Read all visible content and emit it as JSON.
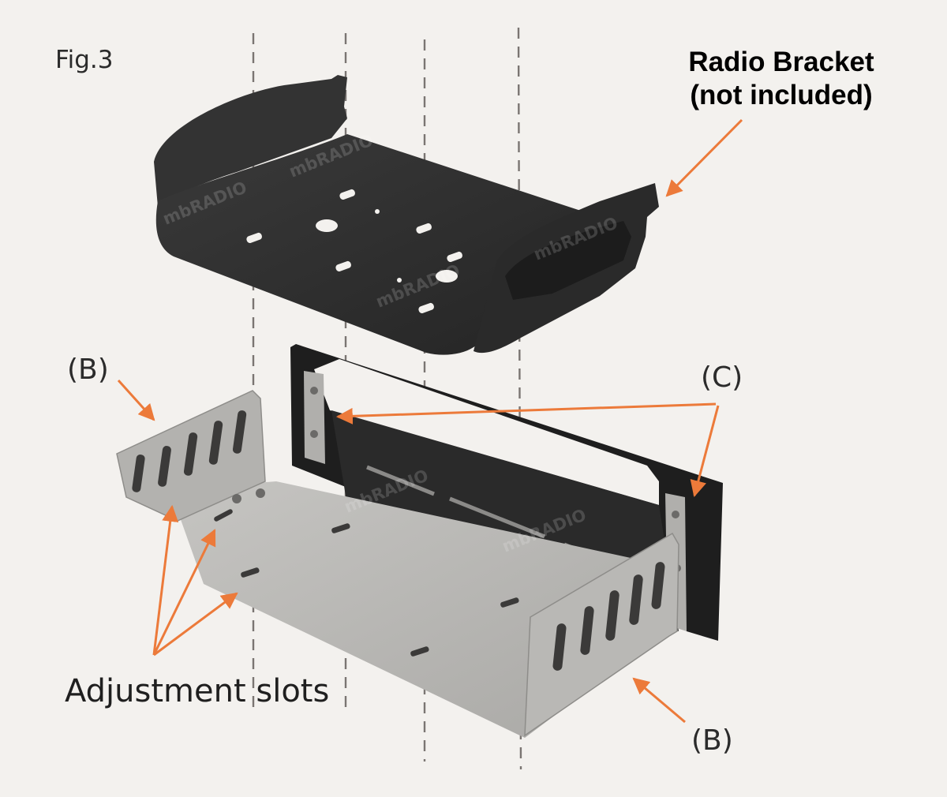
{
  "figure": {
    "fig_label": "Fig.3",
    "bracket_label_line1": "Radio Bracket",
    "bracket_label_line2": "(not included)",
    "part_b_left": "(B)",
    "part_c": "(C)",
    "part_b_right": "(B)",
    "adjustment_label": "Adjustment slots",
    "watermark": "mbRADIO"
  },
  "colors": {
    "arrow": "#ec7a3a",
    "bracket_dark": "#2d2d2d",
    "tray_metal": "#b7b6b3",
    "back_plate": "#1e1e1e",
    "guide_line": "#7a7572"
  }
}
